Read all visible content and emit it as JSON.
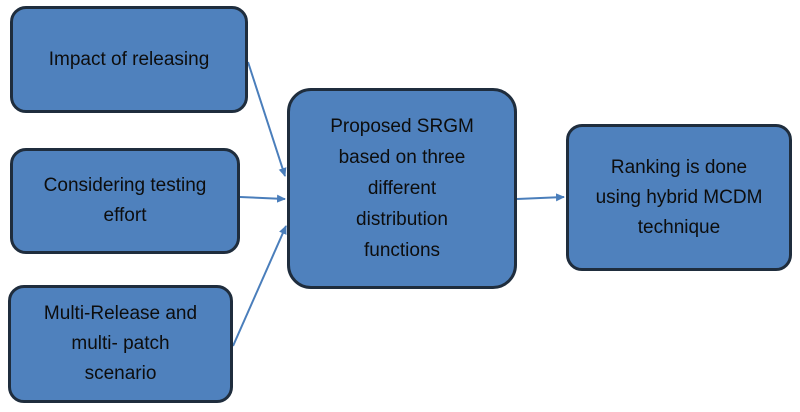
{
  "diagram": {
    "nodes": [
      {
        "id": "n1",
        "label": "Impact of releasing"
      },
      {
        "id": "n2",
        "label": "Considering testing\neffort"
      },
      {
        "id": "n3",
        "label": "Multi-Release and\nmulti- patch\nscenario"
      },
      {
        "id": "n4",
        "label": "Proposed SRGM\nbased on three\ndifferent\ndistribution\nfunctions"
      },
      {
        "id": "n5",
        "label": "Ranking is done\nusing hybrid MCDM\ntechnique"
      }
    ],
    "edges": [
      {
        "from": "n1",
        "to": "n4"
      },
      {
        "from": "n2",
        "to": "n4"
      },
      {
        "from": "n3",
        "to": "n4"
      },
      {
        "from": "n4",
        "to": "n5"
      }
    ],
    "colors": {
      "node_fill": "#4f81bd",
      "node_border": "#1f2d3d",
      "arrow": "#4a7ebb"
    }
  }
}
